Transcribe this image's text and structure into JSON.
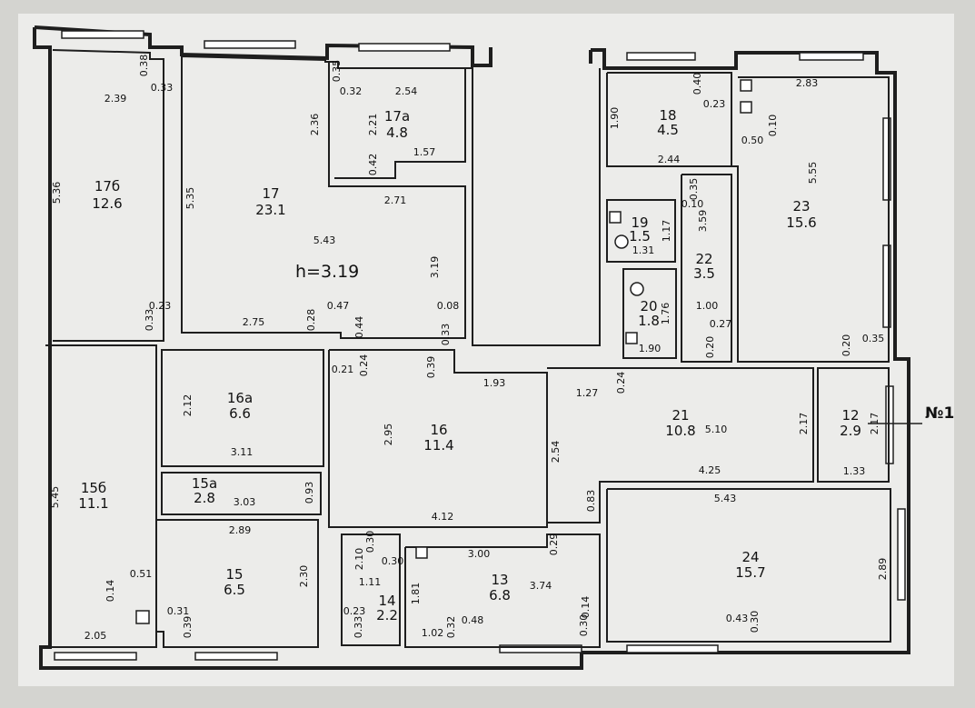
{
  "plan": {
    "height_label": "h=3.19",
    "marker": "№1",
    "rooms": [
      {
        "id": "17б",
        "area": "12.6"
      },
      {
        "id": "17",
        "area": "23.1"
      },
      {
        "id": "17а",
        "area": "4.8"
      },
      {
        "id": "18",
        "area": "4.5"
      },
      {
        "id": "23",
        "area": "15.6"
      },
      {
        "id": "19",
        "area": "1.5"
      },
      {
        "id": "22",
        "area": "3.5"
      },
      {
        "id": "20",
        "area": "1.8"
      },
      {
        "id": "16а",
        "area": "6.6"
      },
      {
        "id": "16",
        "area": "11.4"
      },
      {
        "id": "21",
        "area": "10.8"
      },
      {
        "id": "12",
        "area": "2.9"
      },
      {
        "id": "15б",
        "area": "11.1"
      },
      {
        "id": "15а",
        "area": "2.8"
      },
      {
        "id": "15",
        "area": "6.5"
      },
      {
        "id": "14",
        "area": "2.2"
      },
      {
        "id": "13",
        "area": "6.8"
      },
      {
        "id": "24",
        "area": "15.7"
      }
    ],
    "dimensions": [
      "2.39",
      "0.38",
      "0.33",
      "5.36",
      "5.35",
      "0.32",
      "0.35",
      "2.54",
      "2.36",
      "2.21",
      "0.42",
      "1.57",
      "2.71",
      "5.43",
      "3.19",
      "0.23",
      "0.33",
      "0.47",
      "0.28",
      "2.75",
      "0.44",
      "0.08",
      "0.33",
      "0.40",
      "2.83",
      "0.23",
      "1.90",
      "0.10",
      "0.50",
      "2.44",
      "0.35",
      "5.55",
      "0.10",
      "1.17",
      "1.31",
      "3.59",
      "1.76",
      "1.00",
      "0.27",
      "1.90",
      "0.20",
      "0.20",
      "0.35",
      "2.12",
      "0.21",
      "0.24",
      "0.39",
      "3.11",
      "1.93",
      "2.95",
      "1.27",
      "0.24",
      "5.10",
      "2.17",
      "2.17",
      "2.54",
      "4.25",
      "1.33",
      "5.45",
      "0.93",
      "3.03",
      "4.12",
      "0.83",
      "5.43",
      "2.89",
      "0.30",
      "2.10",
      "0.30",
      "3.00",
      "0.29",
      "2.30",
      "1.11",
      "1.81",
      "3.74",
      "2.89",
      "0.51",
      "0.14",
      "0.31",
      "0.39",
      "0.23",
      "0.33",
      "0.14",
      "0.43",
      "0.30",
      "2.05",
      "1.02",
      "0.48",
      "0.32",
      "0.30"
    ]
  }
}
